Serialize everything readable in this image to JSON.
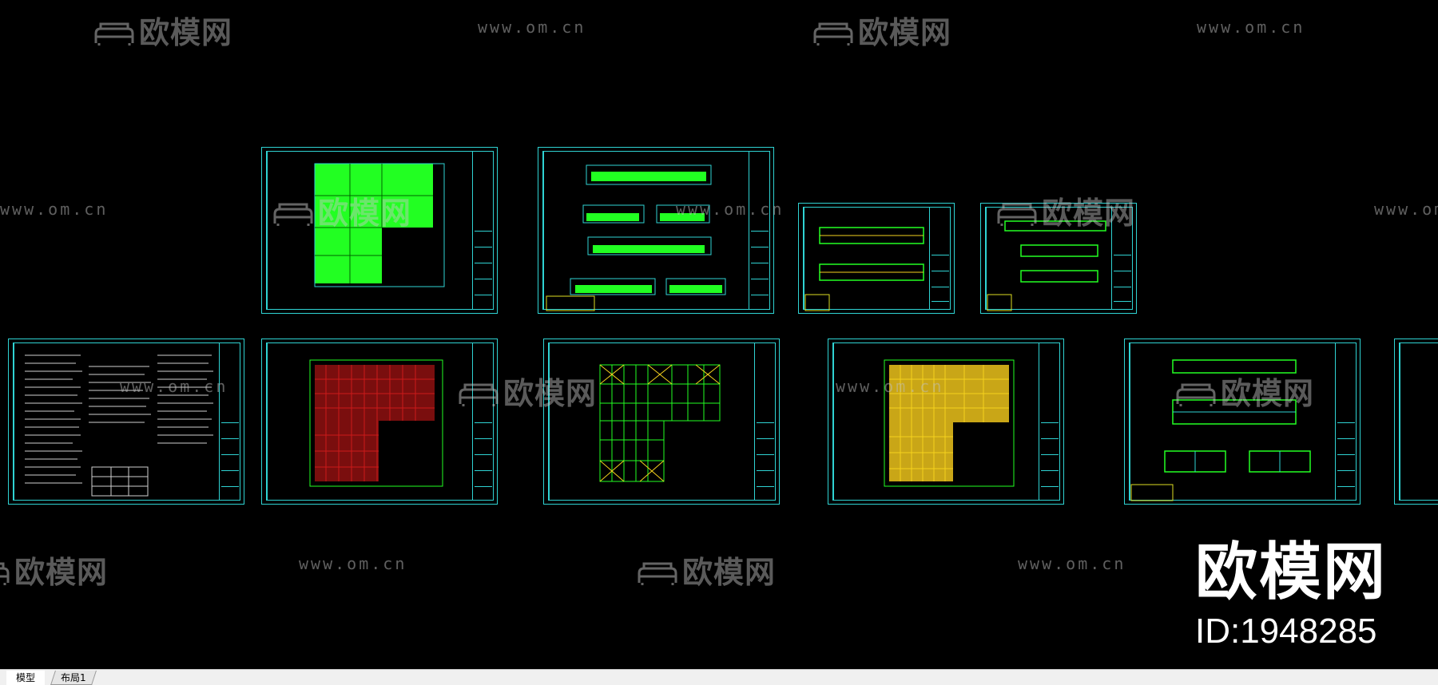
{
  "app": {
    "name": "CAD drawing viewer"
  },
  "watermarks": {
    "logo_text": "欧模网",
    "url_text": "www.om.cn"
  },
  "brand": {
    "name": "欧模网",
    "id": "ID:1948285"
  },
  "colors": {
    "background": "#000000",
    "sheet_border": "#2fd3d3",
    "drawing_green": "#22ff22",
    "drawing_red": "#cc1a1a",
    "drawing_yellow": "#f5d21e",
    "tab_bar": "#f0f0f0"
  },
  "sheets": [
    {
      "name": "roof-plan-sheet",
      "content": "green-fill"
    },
    {
      "name": "elevations-sheet",
      "content": "elevations"
    },
    {
      "name": "sections-small-sheet-1",
      "content": "elevations-small"
    },
    {
      "name": "sections-small-sheet-2",
      "content": "elevations-small"
    },
    {
      "name": "design-notes-sheet",
      "content": "notes"
    },
    {
      "name": "foundation-plan-sheet",
      "content": "red-grid"
    },
    {
      "name": "steel-frame-plan-sheet",
      "content": "green-grid"
    },
    {
      "name": "purlin-plan-sheet",
      "content": "yellow-grid"
    },
    {
      "name": "frame-elevation-sheet",
      "content": "elevations"
    },
    {
      "name": "partial-sheet-right",
      "content": "partial"
    }
  ],
  "tabs": [
    {
      "label": "模型",
      "active": true
    },
    {
      "label": "布局1",
      "active": false
    }
  ]
}
